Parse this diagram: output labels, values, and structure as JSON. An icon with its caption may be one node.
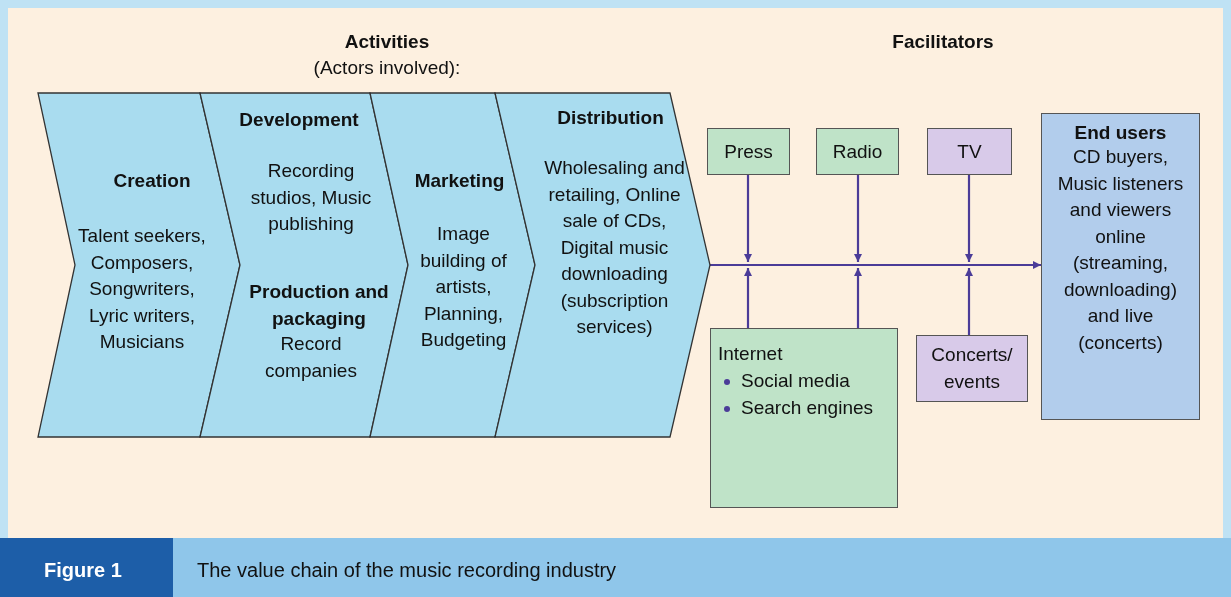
{
  "diagram": {
    "caption": "The value chain of the music recording industry",
    "nodes": [
      {
        "text": [
          "Creation",
          "Talent seekers, Composers, Songwriters, Lyric writers, Musicians"
        ]
      },
      {
        "text": [
          "Development",
          "Recording studios, Music publishing",
          "Production and packaging",
          "Record companies"
        ]
      },
      {
        "text": [
          "Marketing",
          "Image building of artists, Planning, Budgeting"
        ]
      },
      {
        "text": [
          "Distribution",
          "Wholesaling and retailing, Online sale of CDs, Digital music downloading (subscription services)"
        ]
      },
      {
        "text": [
          "Press"
        ]
      },
      {
        "text": [
          "Radio"
        ]
      },
      {
        "text": [
          "TV"
        ]
      },
      {
        "text": [
          "Internet",
          "Social media",
          "Search engines"
        ]
      },
      {
        "text": [
          "Concerts/ events"
        ]
      },
      {
        "text": [
          "End users",
          "CD buyers, Music listeners and viewers online (streaming, downloading) and live (concerts)"
        ]
      }
    ],
    "edges": [
      {
        "from": 3,
        "to": 9,
        "arrow": "to"
      },
      {
        "from": 4,
        "to": null,
        "arrow": "to"
      },
      {
        "from": 5,
        "to": null,
        "arrow": "to"
      },
      {
        "from": 6,
        "to": null,
        "arrow": "to"
      },
      {
        "from": 7,
        "to": null,
        "arrow": "to"
      },
      {
        "from": 7,
        "to": null,
        "arrow": "to"
      },
      {
        "from": 8,
        "to": null,
        "arrow": "to"
      }
    ],
    "labels": [
      "Activities",
      "(Actors involved):",
      "Facilitators",
      "Figure 1"
    ]
  }
}
